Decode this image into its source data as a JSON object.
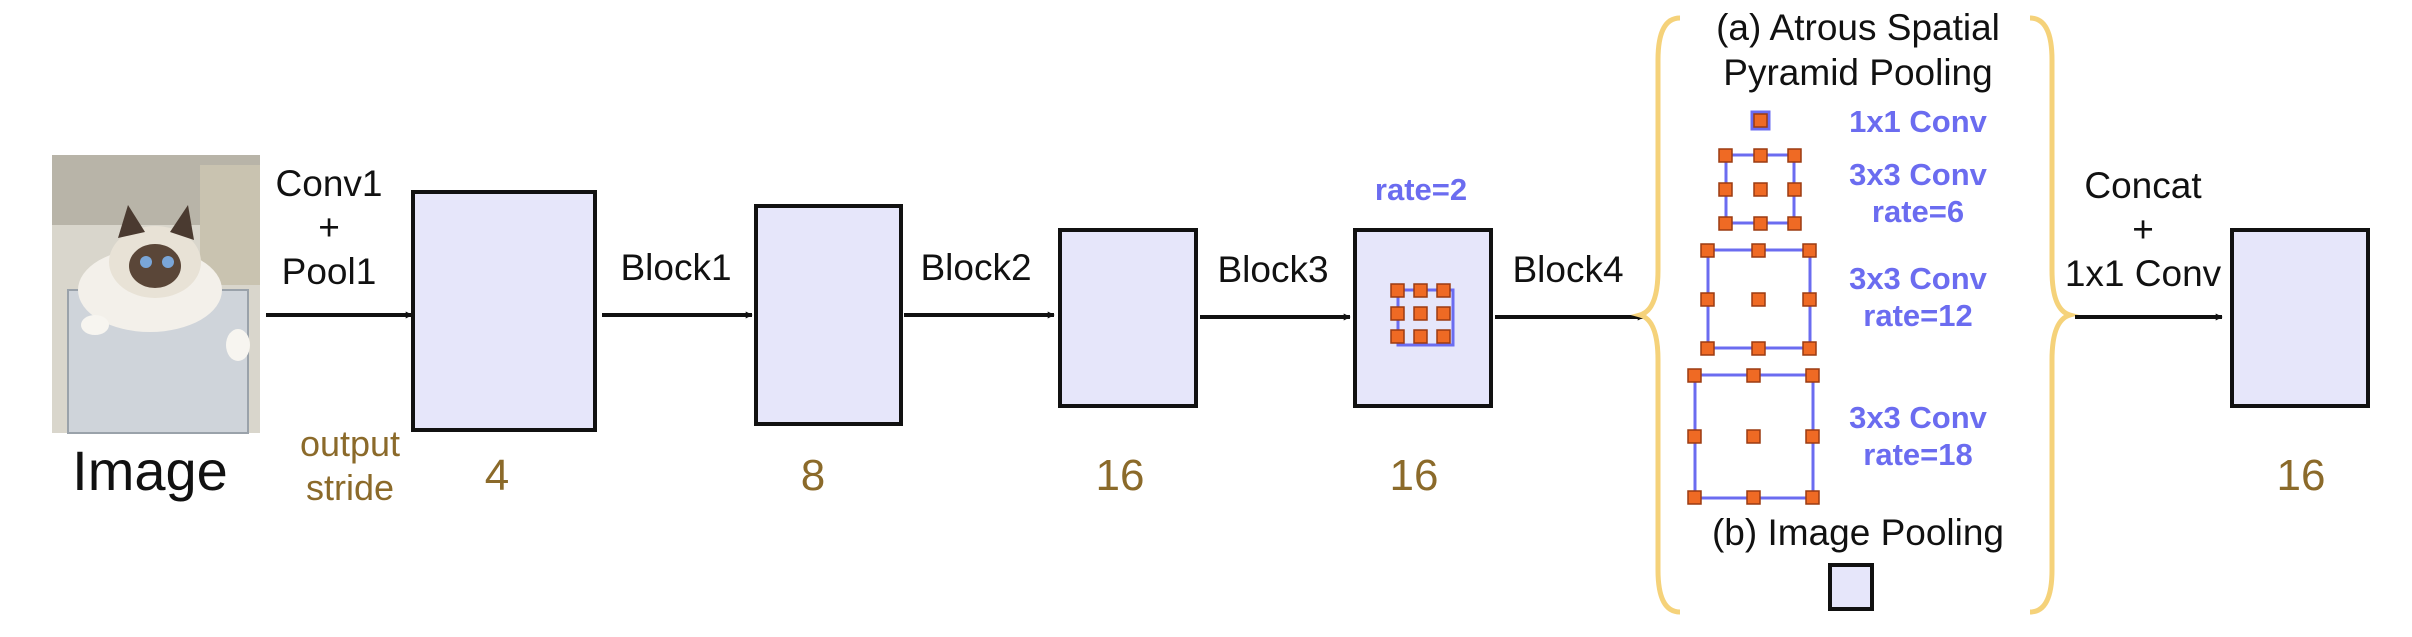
{
  "colors": {
    "block_fill": "#e6e6fa",
    "block_stroke": "#111111",
    "atrous_blue": "#6b6cf0",
    "dot_orange": "#ef6a24",
    "stride_brown": "#8b6a2a",
    "brace_yellow": "#f5d27a"
  },
  "input": {
    "label": "Image",
    "picture": "cat photo"
  },
  "stage_labels": {
    "conv1_line1": "Conv1",
    "conv1_line2": "+",
    "conv1_line3": "Pool1",
    "block1": "Block1",
    "block2": "Block2",
    "block3": "Block3",
    "block4": "Block4",
    "concat_line1": "Concat",
    "concat_line2": "+",
    "concat_line3": "1x1 Conv"
  },
  "output_stride": {
    "caption_line1": "output",
    "caption_line2": "stride",
    "values": [
      "4",
      "8",
      "16",
      "16",
      "16"
    ]
  },
  "block4_rate": "rate=2",
  "aspp": {
    "title_line1": "(a) Atrous Spatial",
    "title_line2": "Pyramid Pooling",
    "branches": [
      {
        "line1": "1x1 Conv",
        "line2": ""
      },
      {
        "line1": "3x3 Conv",
        "line2": "rate=6"
      },
      {
        "line1": "3x3 Conv",
        "line2": "rate=12"
      },
      {
        "line1": "3x3 Conv",
        "line2": "rate=18"
      }
    ]
  },
  "image_pooling": {
    "title": "(b) Image Pooling"
  }
}
